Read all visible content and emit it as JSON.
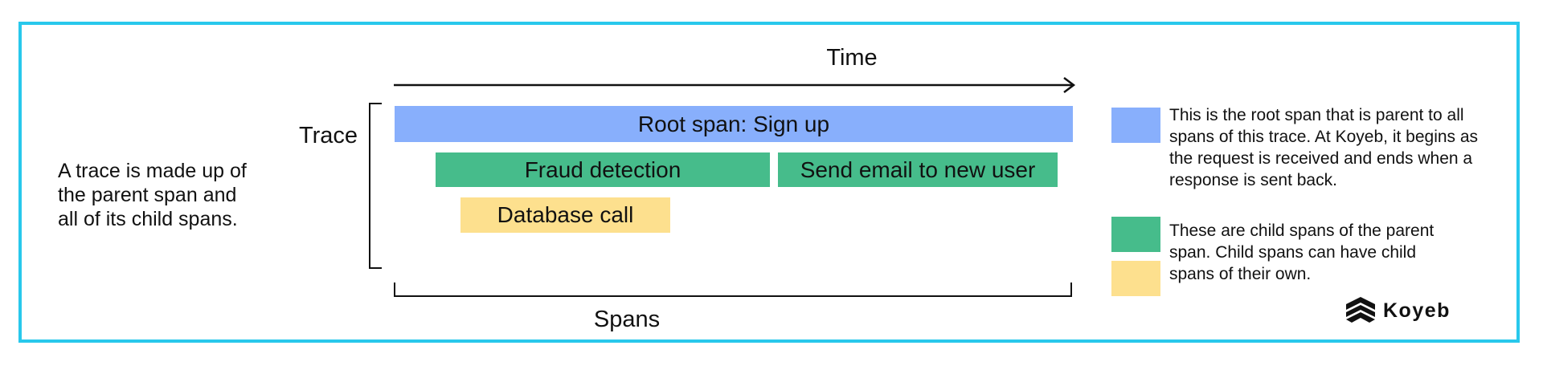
{
  "intro": {
    "line1": "A trace is made up of",
    "line2": "the parent span and",
    "line3": "all of its child spans."
  },
  "labels": {
    "trace": "Trace",
    "time": "Time",
    "spans": "Spans"
  },
  "spans": {
    "root": "Root span: Sign up",
    "fraud": "Fraud detection",
    "email": "Send email to new user",
    "db": "Database call"
  },
  "legend": {
    "root": {
      "line1": "This is the root span that is parent to all",
      "line2": "spans of this trace. At Koyeb, it begins as",
      "line3": "the request is received and ends when a",
      "line4": "response is sent back."
    },
    "child": {
      "line1": "These are child spans of the parent",
      "line2": "span. Child spans can have child",
      "line3": "spans of their own."
    }
  },
  "brand": {
    "name": "Koyeb",
    "icon": "koyeb-logo-icon"
  },
  "colors": {
    "frame": "#28c8ec",
    "root_span": "#88affc",
    "child_span": "#46bc8b",
    "grandchild_span": "#fde08e"
  }
}
